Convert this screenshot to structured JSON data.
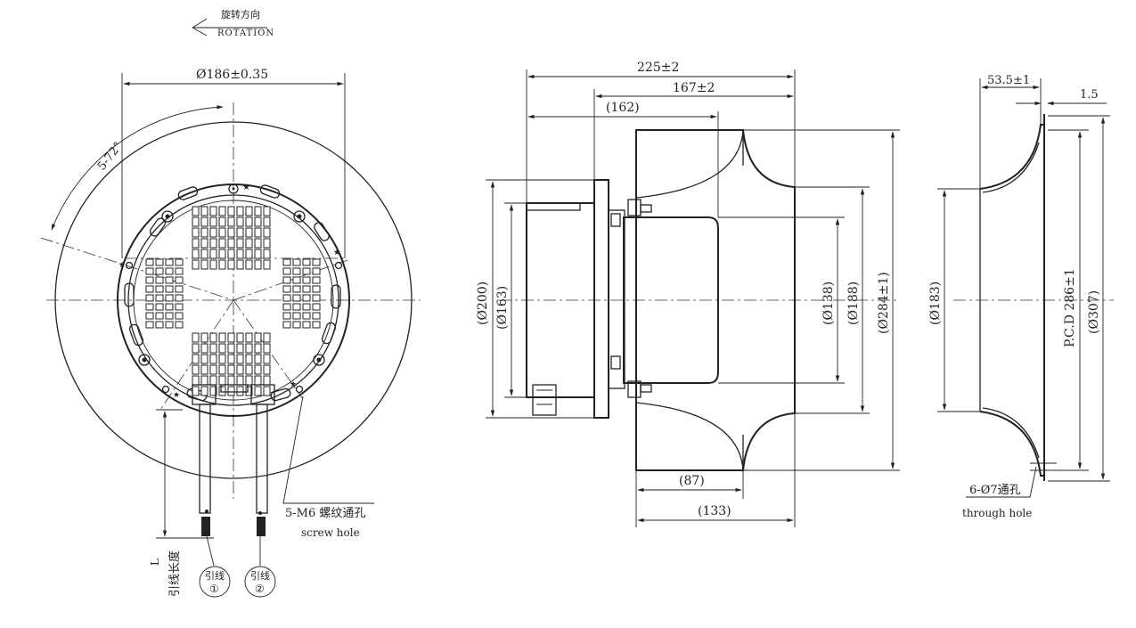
{
  "rotation": {
    "cn": "旋转方向",
    "en": "ROTATION"
  },
  "front_view": {
    "dia_186": "Ø186±0.35",
    "angle": "5-72°",
    "screw_cn": "5-M6 螺纹通孔",
    "screw_en": "screw hole",
    "lead_length_L": "L",
    "lead_length_cn": "引线长度",
    "lead1_cn": "引线",
    "lead1_num": "①",
    "lead2_cn": "引线",
    "lead2_num": "②"
  },
  "side_view": {
    "dim_225": "225±2",
    "dim_167": "167±2",
    "dim_162": "(162)",
    "dia_200": "(Ø200)",
    "dia_163": "(Ø163)",
    "dia_138": "(Ø138)",
    "dia_188": "(Ø188)",
    "dia_284": "(Ø284±1)",
    "dim_87": "(87)",
    "dim_133": "(133)"
  },
  "ring_view": {
    "dim_53_5": "53.5±1",
    "dim_1_5": "1.5",
    "dia_183": "(Ø183)",
    "pcd": "P.C.D 286±1",
    "dia_307": "(Ø307)",
    "holes_cn": "6-Ø7通孔",
    "holes_en": "through hole"
  }
}
